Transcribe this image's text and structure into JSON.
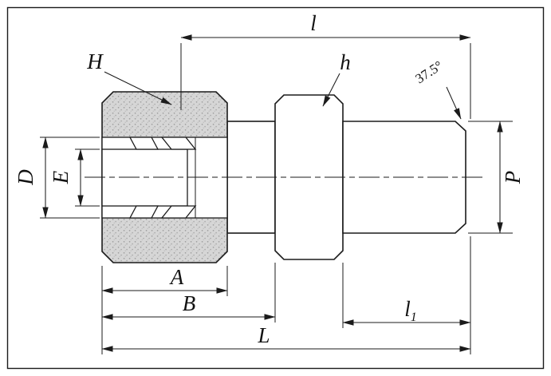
{
  "diagram": {
    "type": "engineering-dimension-drawing",
    "subject": "Compression tube fitting (male connector) side cross-section with dimension callouts",
    "labels": {
      "H": "H",
      "l": "l",
      "h": "h",
      "angle": "37.5°",
      "D": "D",
      "E": "E",
      "P": "P",
      "A": "A",
      "B": "B",
      "l1_base": "l",
      "l1_sub": "1",
      "L": "L"
    },
    "colors": {
      "line": "#1b1b1b",
      "nut_fill": "#d6d6d6",
      "background": "#ffffff"
    }
  }
}
